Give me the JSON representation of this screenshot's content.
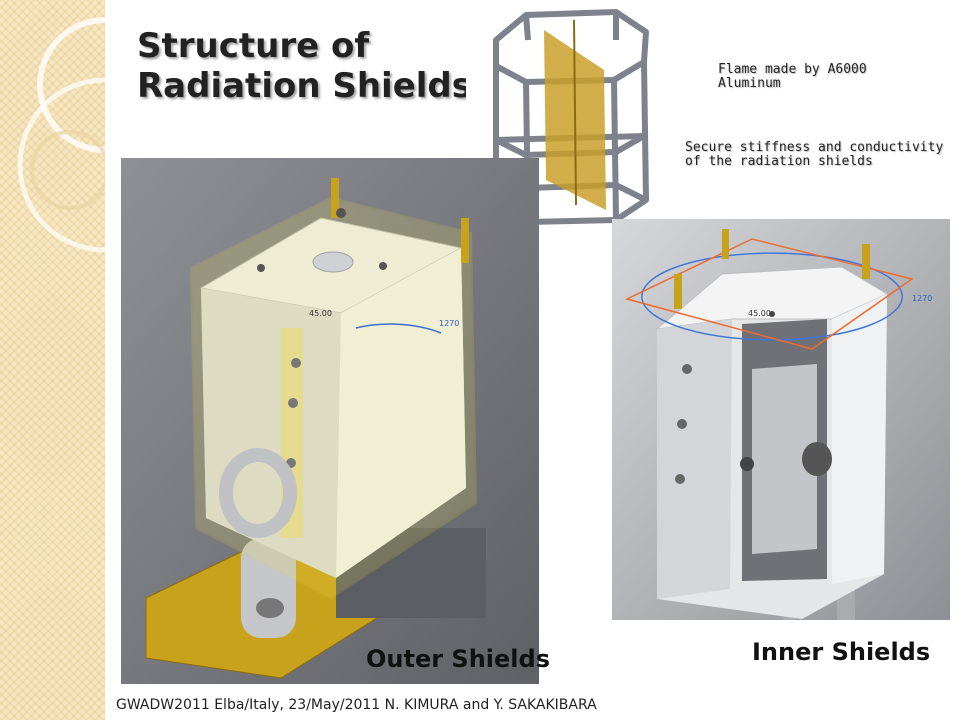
{
  "title": {
    "line1": "Structure of",
    "line2": "Radiation Shields"
  },
  "notes": {
    "frame_line1": "Flame made by A6000",
    "frame_line2": "Aluminum",
    "stiffness_line1": "Secure stiffness and conductivity",
    "stiffness_line2": "of the radiation shields"
  },
  "labels": {
    "outer": "Outer Shields",
    "inner": "Inner Shields"
  },
  "dimensions": {
    "outer_angle": "45.00",
    "outer_diameter": "1270",
    "inner_angle": "45.00",
    "inner_diameter": "1270"
  },
  "footer": "GWADW2011 Elba/Italy, 23/May/2011 N. KIMURA and Y. SAKAKIBARA"
}
